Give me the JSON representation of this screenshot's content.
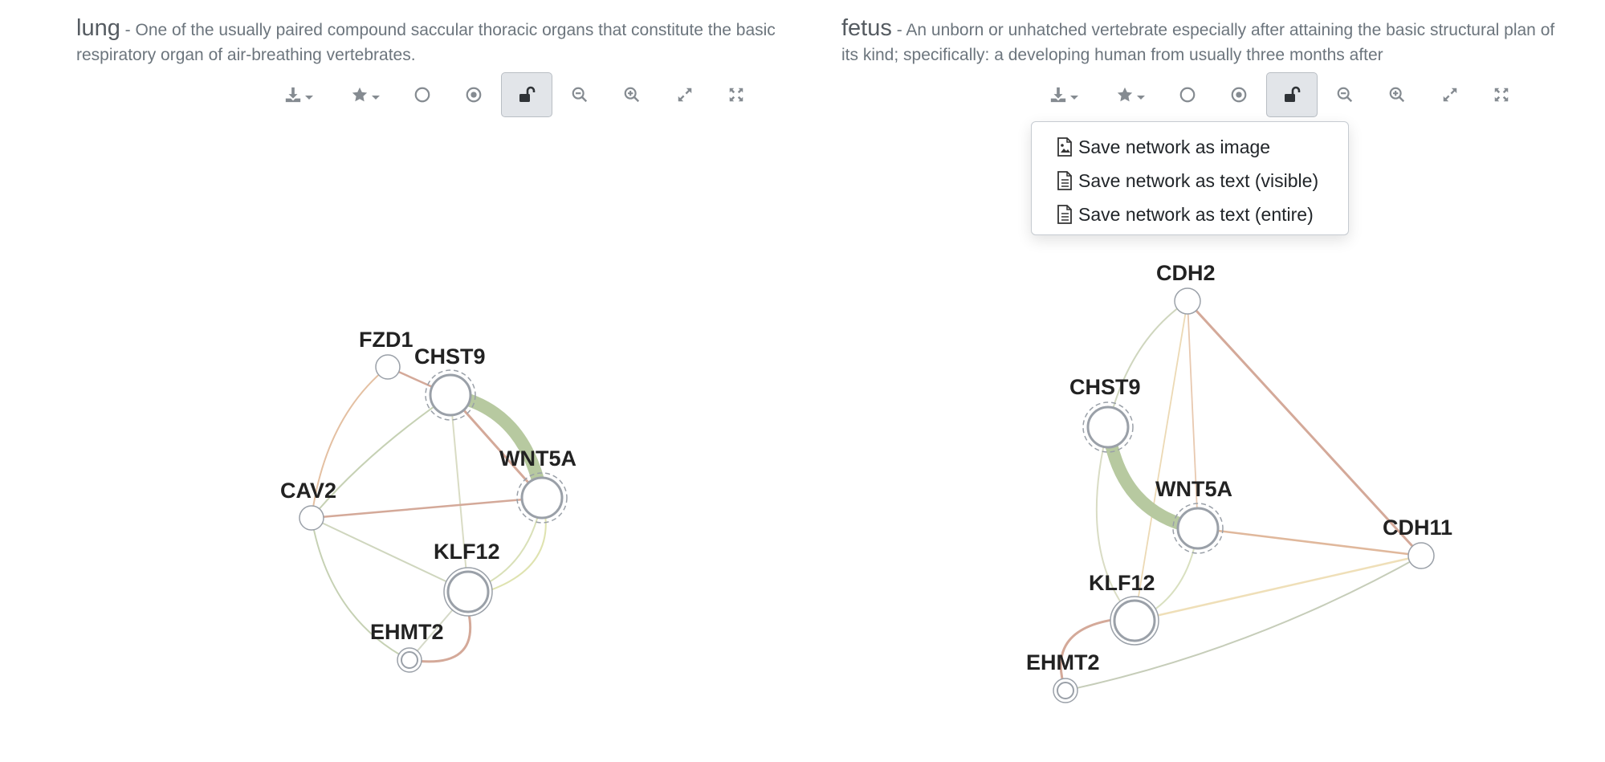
{
  "left_panel": {
    "term": "lung",
    "description": " - One of the usually paired compound saccular thoracic organs that constitute the basic respiratory organ of air-breathing vertebrates.",
    "nodes": [
      "FZD1",
      "CHST9",
      "WNT5A",
      "CAV2",
      "KLF12",
      "EHMT2"
    ]
  },
  "right_panel": {
    "term": "fetus",
    "description": " - An unborn or unhatched vertebrate especially after attaining the basic structural plan of its kind; specifically: a developing human from usually three months after",
    "nodes": [
      "CDH2",
      "CHST9",
      "WNT5A",
      "CDH11",
      "KLF12",
      "EHMT2"
    ]
  },
  "toolbar": {
    "buttons": [
      "download-icon",
      "star-icon",
      "circle-icon",
      "dot-circle-icon",
      "unlock-icon",
      "zoom-out-icon",
      "zoom-in-icon",
      "expand-icon",
      "fullscreen-icon"
    ],
    "active": "unlock-icon"
  },
  "download_menu": {
    "items": [
      "Save network as image",
      "Save network as text (visible)",
      "Save network as text (entire)"
    ]
  },
  "colors": {
    "edge_green": "#b7c9a0",
    "edge_red": "#d4a999",
    "edge_tan": "#e8d3a8",
    "node_stroke": "#9aa0a8",
    "active_button_bg": "#e2e5e9"
  }
}
